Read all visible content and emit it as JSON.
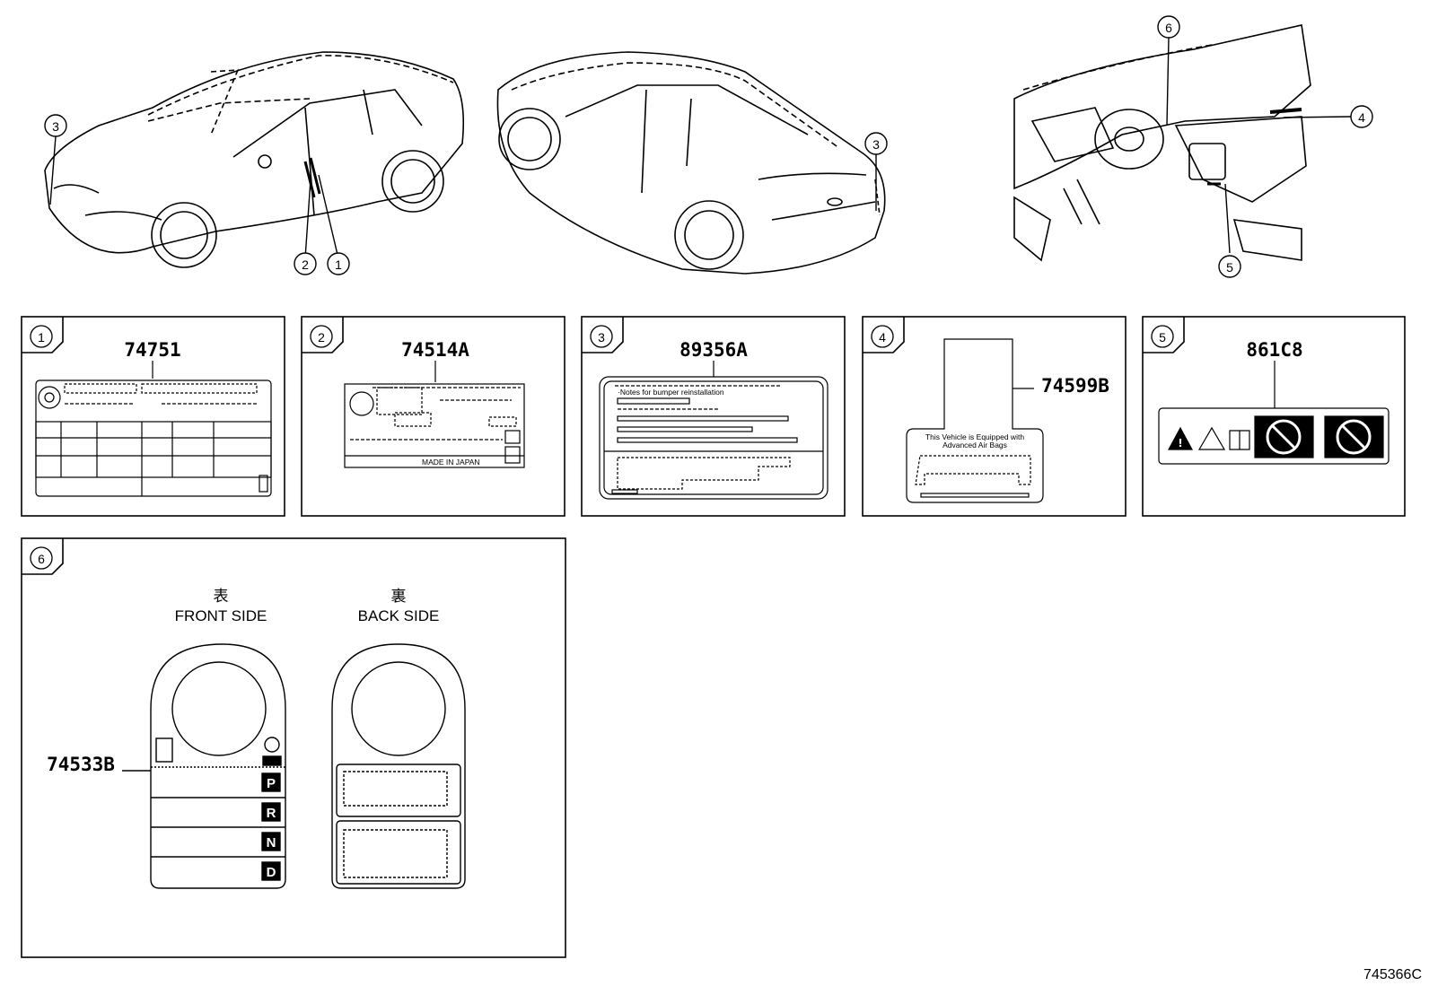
{
  "callouts": {
    "c1": "1",
    "c2": "2",
    "c3": "3",
    "c4": "4",
    "c5": "5",
    "c6": "6"
  },
  "parts": {
    "p1": "74751",
    "p2": "74514A",
    "p3": "89356A",
    "p4": "74599B",
    "p5": "861C8",
    "p6": "74533B"
  },
  "label_text": {
    "airbag_line1": "This Vehicle is Equipped with",
    "airbag_line2": "Advanced  Air  Bags",
    "bumper_line": "·Notes  for  bumper  reinstallation",
    "made_in": "MADE  IN  JAPAN",
    "front_side_jp": "表",
    "front_side": "FRONT SIDE",
    "back_side_jp": "裏",
    "back_side": "BACK SIDE",
    "gear_p": "P",
    "gear_r": "R",
    "gear_n": "N",
    "gear_d": "D"
  },
  "reference": "745366C"
}
